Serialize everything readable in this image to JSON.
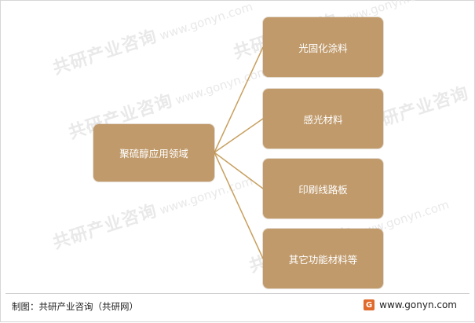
{
  "diagram": {
    "root": "聚硫醇应用领域",
    "children": [
      "光固化涂料",
      "感光材料",
      "印刷线路板",
      "其它功能材料等"
    ]
  },
  "footer": {
    "source": "制图：共研产业咨询（共研网）",
    "url": "www.gonyn.com"
  },
  "watermark": {
    "brand": "共研产业咨询",
    "url": "www.gonyn.com"
  },
  "colors": {
    "box_fill": "#c09a6b",
    "connector": "#c8a060"
  },
  "icons": {
    "logo": "gonyn-logo-icon"
  }
}
